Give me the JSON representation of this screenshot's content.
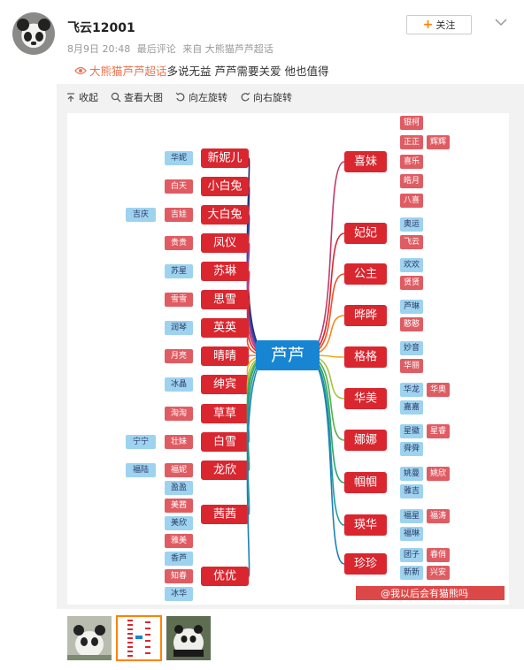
{
  "post": {
    "username": "飞云12001",
    "date": "8月9日 20:48",
    "last_comment": "最后评论",
    "source": "来自 大熊猫芦芦超话",
    "follow_label": "关注",
    "topic_tag": "大熊猫芦芦超话",
    "text": "多说无益 芦芦需要关爱 他也值得"
  },
  "toolbar": {
    "collapse": "收起",
    "view_large": "查看大图",
    "rotate_left": "向左旋转",
    "rotate_right": "向右旋转"
  },
  "mindmap": {
    "center": "芦芦",
    "left": [
      {
        "name": "新妮儿",
        "subs": [
          "华妮"
        ]
      },
      {
        "name": "小白兔",
        "subs": [
          "白天"
        ]
      },
      {
        "name": "大白兔",
        "subs": [
          "吉庆",
          "吉娃"
        ]
      },
      {
        "name": "凤仪",
        "subs": [
          "贵贵"
        ]
      },
      {
        "name": "苏琳",
        "subs": [
          "苏星"
        ]
      },
      {
        "name": "思雪",
        "subs": [
          "雪雪"
        ]
      },
      {
        "name": "英英",
        "subs": [
          "润琴"
        ]
      },
      {
        "name": "晴晴",
        "subs": [
          "月亮"
        ]
      },
      {
        "name": "绅宾",
        "subs": [
          "冰晶"
        ]
      },
      {
        "name": "草草",
        "subs": [
          "淘淘"
        ]
      },
      {
        "name": "白雪",
        "subs": [
          "宁宁",
          "壮妹"
        ]
      },
      {
        "name": "龙欣",
        "subs": [
          "福陆",
          "福妮"
        ]
      },
      {
        "name": "茜茜",
        "subs": [
          "盈盈",
          "美茜",
          "美欣",
          "雅美"
        ]
      },
      {
        "name": "优优",
        "subs": [
          "香芦",
          "知春",
          "冰华"
        ]
      }
    ],
    "right": [
      {
        "name": "喜妹",
        "subs": [
          "银柯",
          "正正",
          "辉辉",
          "喜乐",
          "皓月",
          "八喜"
        ]
      },
      {
        "name": "妃妃",
        "subs": [
          "奥运",
          "飞云"
        ]
      },
      {
        "name": "公主",
        "subs": [
          "欢欢",
          "贤贤"
        ]
      },
      {
        "name": "晔晔",
        "subs": [
          "芦琳",
          "憨憨"
        ]
      },
      {
        "name": "格格",
        "subs": [
          "妙音",
          "华丽"
        ]
      },
      {
        "name": "华美",
        "subs": [
          "华龙",
          "华奥",
          "嘉嘉"
        ]
      },
      {
        "name": "娜娜",
        "subs": [
          "星徽",
          "星睿",
          "舜舜"
        ]
      },
      {
        "name": "帼帼",
        "subs": [
          "姚曼",
          "姚欣",
          "雅吉"
        ]
      },
      {
        "name": "瑛华",
        "subs": [
          "福星",
          "福涛",
          "福琳"
        ]
      },
      {
        "name": "珍珍",
        "subs": [
          "团子",
          "春俏",
          "新新",
          "兴安"
        ]
      }
    ]
  },
  "watermark": "@我以后会有猫熊吗",
  "colors": {
    "accent_orange": "#ff8200",
    "topic_color": "#eb7350",
    "node_red": "#d9262f",
    "sub_red": "#e05c63",
    "sub_blue": "#9ed3ef",
    "center_blue": "#1785d2"
  }
}
